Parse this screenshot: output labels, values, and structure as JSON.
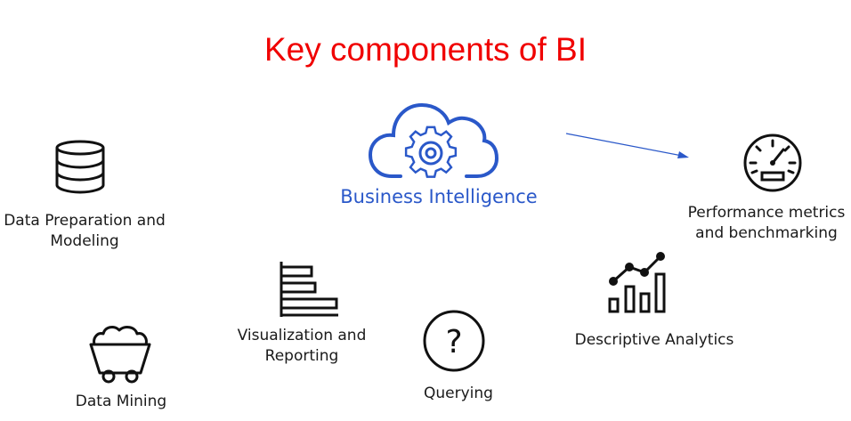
{
  "title": "Key components of BI",
  "center": {
    "label": "Business Intelligence",
    "icon": "cloud-gear-icon"
  },
  "components": [
    {
      "label": "Data Preparation and Modeling",
      "icon": "database-icon"
    },
    {
      "label": "Data Mining",
      "icon": "mine-cart-icon"
    },
    {
      "label": "Visualization and Reporting",
      "icon": "bar-chart-icon"
    },
    {
      "label": "Querying",
      "icon": "question-mark-icon"
    },
    {
      "label": "Descriptive Analytics",
      "icon": "analytics-chart-icon"
    },
    {
      "label": "Performance metrics and benchmarking",
      "icon": "speedometer-icon"
    }
  ],
  "colors": {
    "title": "#f00000",
    "center": "#2a58c9",
    "icons": "#111111"
  }
}
